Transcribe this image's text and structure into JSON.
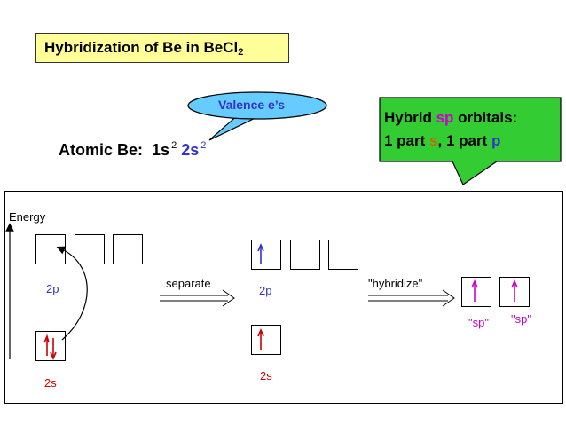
{
  "title": {
    "main": "Hybridization of Be in BeCl",
    "subscript": "2"
  },
  "callout_valence": {
    "text": "Valence e’s"
  },
  "callout_hybrid": {
    "line1_pre": "Hybrid ",
    "line1_sp": "sp",
    "line1_post": " orbitals:",
    "line2_pre": "1 part ",
    "line2_s": "s",
    "line2_mid": ", 1 part ",
    "line2_p": "p"
  },
  "atomic": {
    "label": "Atomic Be:",
    "c1": "1s",
    "c1_sup": "2",
    "c2": "2s",
    "c2_sup": "2"
  },
  "diagram": {
    "energy_label": "Energy",
    "left": {
      "p_label": "2p",
      "s_label": "2s"
    },
    "separate_label": "separate",
    "middle": {
      "p_label": "2p",
      "s_label": "2s"
    },
    "hybridize_label": "\"hybridize\"",
    "right": {
      "sp_label_1": "\"sp\"",
      "sp_label_2": "\"sp\""
    }
  },
  "colors": {
    "title_bg": "#ffff99",
    "valence_bubble": "#66ccff",
    "hybrid_bubble": "#33cc33",
    "blue": "#3333cc",
    "red": "#cc0000",
    "magenta": "#cc00cc",
    "orange": "#cc6600"
  }
}
